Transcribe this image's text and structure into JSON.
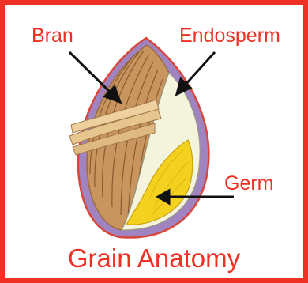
{
  "labels": {
    "bran": "Bran",
    "endosperm": "Endosperm",
    "germ": "Germ"
  },
  "title": "Grain Anatomy",
  "colors": {
    "frame": "#ee3124",
    "label_text": "#ee3124",
    "bran": "#c9955e",
    "bran_dark": "#9c6a3c",
    "husk_outline": "#a084c2",
    "husk_red": "#d9463a",
    "endosperm": "#f4f3dc",
    "germ": "#f3d11e",
    "arrow": "#111111"
  }
}
